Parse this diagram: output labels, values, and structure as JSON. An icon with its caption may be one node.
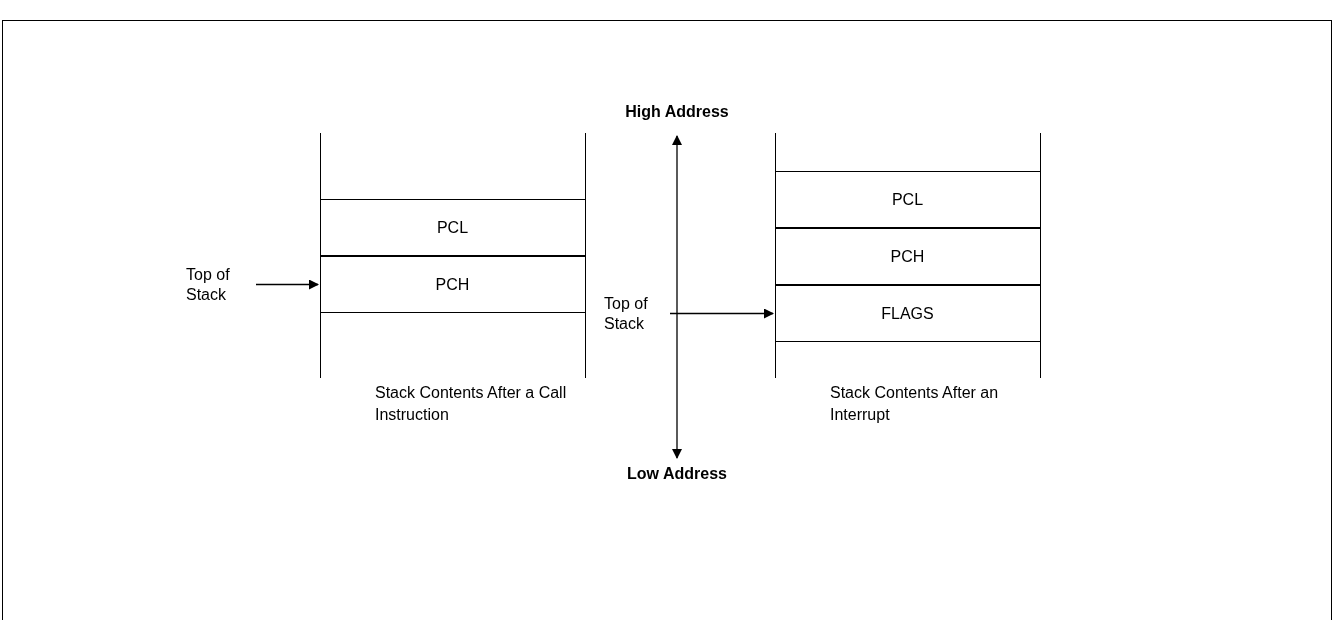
{
  "diagram": {
    "nodes": [
      {
        "text": [
          "Top of Stack"
        ]
      },
      {
        "text": [
          "PCL"
        ]
      },
      {
        "text": [
          "PCH"
        ]
      },
      {
        "text": [
          "High Address"
        ]
      },
      {
        "text": [
          "Low Address"
        ]
      },
      {
        "text": [
          "Top of Stack"
        ]
      },
      {
        "text": [
          "PCL"
        ]
      },
      {
        "text": [
          "PCH"
        ]
      },
      {
        "text": [
          "FLAGS"
        ]
      }
    ],
    "edges": [
      {
        "from": 0,
        "to": 2,
        "arrow": "to"
      },
      {
        "from": 3,
        "to": 4,
        "arrow": "both"
      },
      {
        "from": 5,
        "to": 8,
        "arrow": "to"
      }
    ],
    "labels": [
      "Stack Contents After a Call Instruction",
      "Stack Contents After an Interrupt"
    ]
  }
}
